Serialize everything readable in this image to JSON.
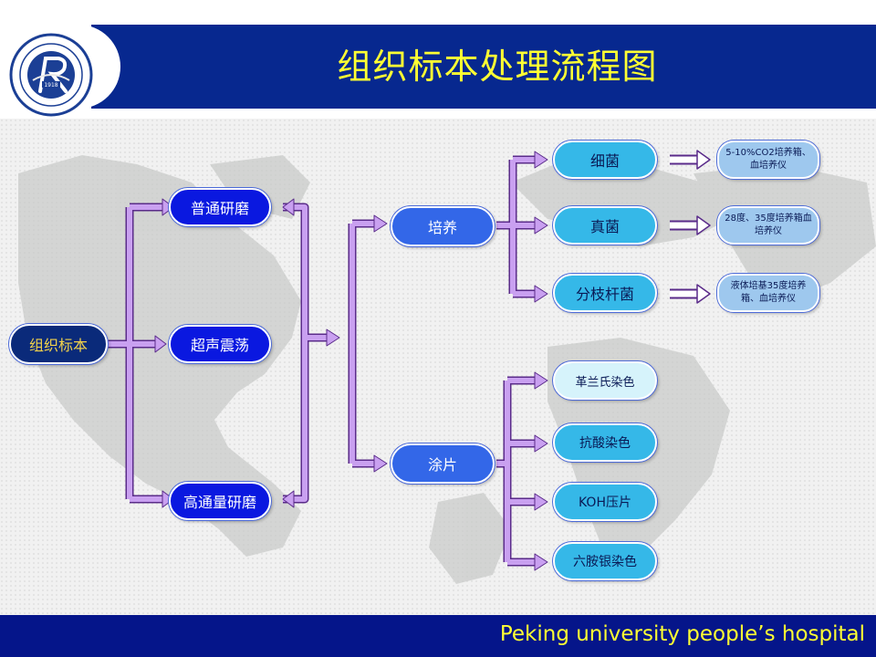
{
  "slide": {
    "title": "组织标本处理流程图",
    "footer": "Peking university people’s hospital"
  },
  "logo": {
    "year": "1918"
  },
  "colors": {
    "title_bar": "#07288f",
    "title_text": "#ffff33",
    "footer_bar": "#05158a",
    "arrow_fill": "#c9a0f0",
    "arrow_stroke": "#5a2b8a"
  },
  "flow": {
    "source": "组织标本",
    "methods": [
      "普通研磨",
      "超声震荡",
      "高通量研磨"
    ],
    "branches": {
      "culture": "培养",
      "smear": "涂片"
    },
    "culture_targets": [
      "细菌",
      "真菌",
      "分枝杆菌"
    ],
    "culture_conditions": [
      "5-10%CO2培养箱、血培养仪",
      "28度、35度培养箱血培养仪",
      "液体培基35度培养箱、血培养仪"
    ],
    "smear_stains": [
      "革兰氏染色",
      "抗酸染色",
      "KOH压片",
      "六胺银染色"
    ]
  }
}
